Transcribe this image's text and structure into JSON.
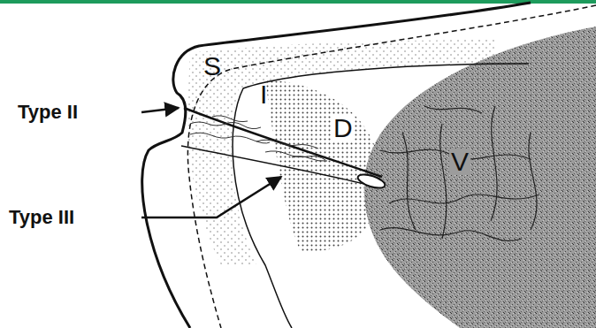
{
  "diagram": {
    "labels": [
      "Type II",
      "Type III",
      "S",
      "I",
      "D",
      "V"
    ]
  }
}
